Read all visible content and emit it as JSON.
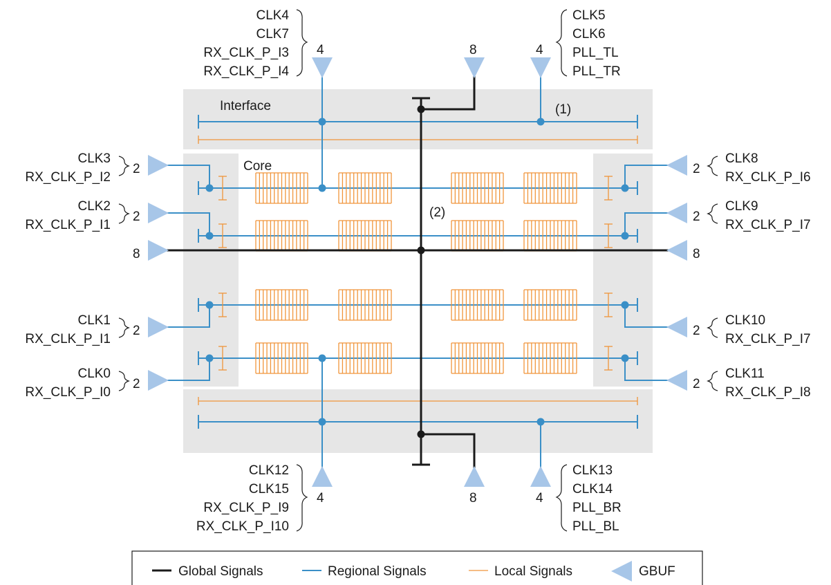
{
  "colors": {
    "global": "#1a1a1a",
    "regional": "#3a8fc7",
    "local": "#f0953a",
    "gbuf": "#a7c6e8",
    "panel": "#e6e6e6"
  },
  "region_labels": {
    "interface": "Interface",
    "core": "Core",
    "note1": "(1)",
    "note2": "(2)"
  },
  "top_buffers": {
    "left": {
      "count": "4",
      "signals": [
        "CLK4",
        "CLK7",
        "RX_CLK_P_I3",
        "RX_CLK_P_I4"
      ]
    },
    "center": {
      "count": "8"
    },
    "right": {
      "count": "4",
      "signals": [
        "CLK5",
        "CLK6",
        "PLL_TL",
        "PLL_TR"
      ]
    }
  },
  "bottom_buffers": {
    "left": {
      "count": "4",
      "signals": [
        "CLK12",
        "CLK15",
        "RX_CLK_P_I9",
        "RX_CLK_P_I10"
      ]
    },
    "center": {
      "count": "8"
    },
    "right": {
      "count": "4",
      "signals": [
        "CLK13",
        "CLK14",
        "PLL_BR",
        "PLL_BL"
      ]
    }
  },
  "left_buffers": [
    {
      "count": "2",
      "signals": [
        "CLK3",
        "RX_CLK_P_I2"
      ]
    },
    {
      "count": "2",
      "signals": [
        "CLK2",
        "RX_CLK_P_I1"
      ]
    },
    {
      "count": "8"
    },
    {
      "count": "2",
      "signals": [
        "CLK1",
        "RX_CLK_P_I1"
      ]
    },
    {
      "count": "2",
      "signals": [
        "CLK0",
        "RX_CLK_P_I0"
      ]
    }
  ],
  "right_buffers": [
    {
      "count": "2",
      "signals": [
        "CLK8",
        "RX_CLK_P_I6"
      ]
    },
    {
      "count": "2",
      "signals": [
        "CLK9",
        "RX_CLK_P_I7"
      ]
    },
    {
      "count": "8"
    },
    {
      "count": "2",
      "signals": [
        "CLK10",
        "RX_CLK_P_I7"
      ]
    },
    {
      "count": "2",
      "signals": [
        "CLK11",
        "RX_CLK_P_I8"
      ]
    }
  ],
  "legend": {
    "global": "Global Signals",
    "regional": "Regional Signals",
    "local": "Local Signals",
    "gbuf": "GBUF"
  }
}
